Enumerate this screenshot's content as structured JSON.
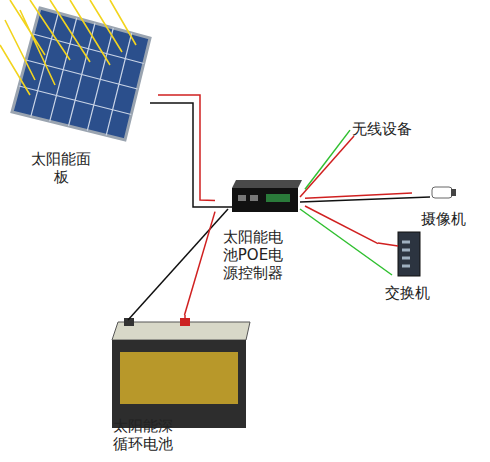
{
  "diagram": {
    "nodes": [
      {
        "text": [
          "太阳能面板"
        ]
      },
      {
        "text": [
          "太阳能电池POE电源控制器"
        ]
      },
      {
        "text": [
          "太阳能深循环电池"
        ]
      },
      {
        "text": [
          "无线设备"
        ]
      },
      {
        "text": [
          "摄像机"
        ]
      },
      {
        "text": [
          "交换机"
        ]
      }
    ],
    "edges": [
      {
        "from": 0,
        "to": 1,
        "arrow": "none"
      },
      {
        "from": 2,
        "to": 1,
        "arrow": "none"
      },
      {
        "from": 1,
        "to": 3,
        "arrow": "none"
      },
      {
        "from": 1,
        "to": 4,
        "arrow": "none"
      },
      {
        "from": 1,
        "to": 5,
        "arrow": "none"
      }
    ]
  }
}
